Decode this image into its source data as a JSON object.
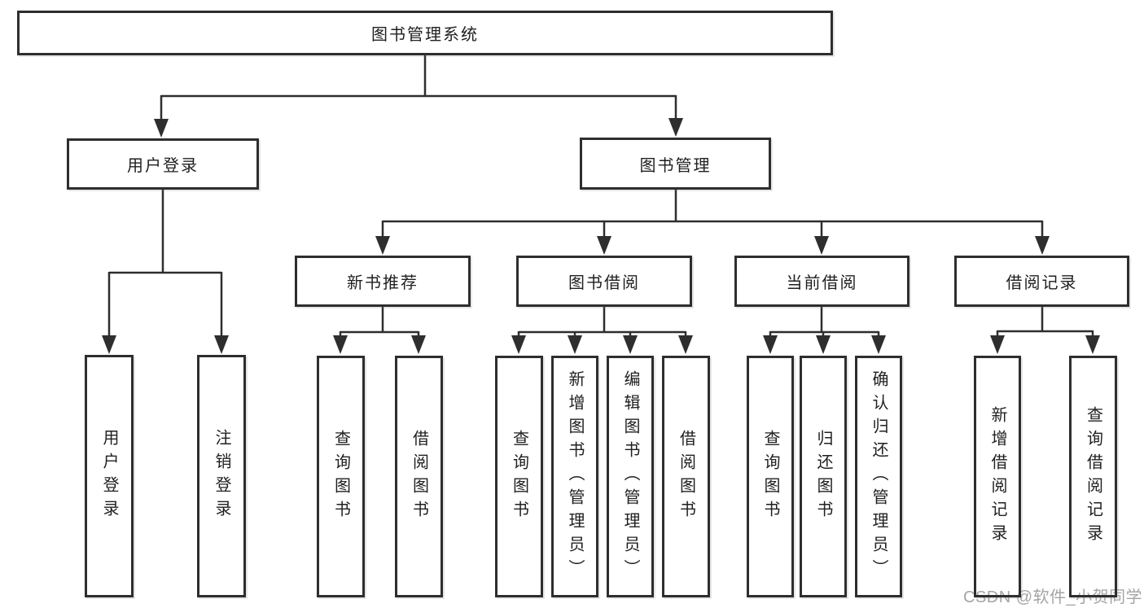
{
  "diagram": {
    "root": {
      "label": "图书管理系统"
    },
    "level2": [
      {
        "label": "用户登录",
        "children": [
          {
            "label": "用户登录"
          },
          {
            "label": "注销登录"
          }
        ]
      },
      {
        "label": "图书管理",
        "children": [
          {
            "label": "新书推荐",
            "children": [
              {
                "label": "查询图书"
              },
              {
                "label": "借阅图书"
              }
            ]
          },
          {
            "label": "图书借阅",
            "children": [
              {
                "label": "查询图书"
              },
              {
                "label": "新增图书（管理员）"
              },
              {
                "label": "编辑图书（管理员）"
              },
              {
                "label": "借阅图书"
              }
            ]
          },
          {
            "label": "当前借阅",
            "children": [
              {
                "label": "查询图书"
              },
              {
                "label": "归还图书"
              },
              {
                "label": "确认归还（管理员）"
              }
            ]
          },
          {
            "label": "借阅记录",
            "children": [
              {
                "label": "新增借阅记录"
              },
              {
                "label": "查询借阅记录"
              }
            ]
          }
        ]
      }
    ]
  },
  "watermark": {
    "text": "CSDN @软件_小贺同学"
  },
  "colors": {
    "line": "#2e2e2e",
    "text": "#1f1f1f",
    "box_background": "#ffffff",
    "page_background": "#ffffff",
    "watermark": "#a5a5a5"
  }
}
